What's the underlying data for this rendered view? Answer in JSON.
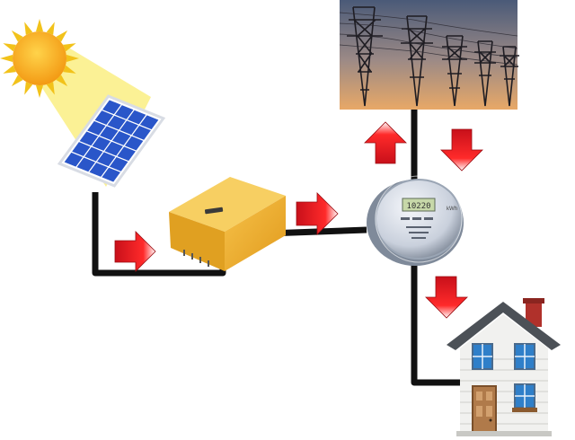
{
  "diagram": {
    "nodes": [
      {
        "id": "sun",
        "icon": "sun-icon"
      },
      {
        "id": "solar-panel",
        "icon": "solar-panel-icon"
      },
      {
        "id": "inverter",
        "icon": "inverter-icon"
      },
      {
        "id": "electric-meter",
        "icon": "electric-meter-icon"
      },
      {
        "id": "power-grid",
        "icon": "transmission-towers-icon"
      },
      {
        "id": "house",
        "icon": "house-icon"
      }
    ],
    "flows": [
      {
        "from": "solar-panel",
        "to": "inverter",
        "icon": "arrow-right-icon"
      },
      {
        "from": "inverter",
        "to": "electric-meter",
        "icon": "arrow-right-icon"
      },
      {
        "from": "electric-meter",
        "to": "power-grid",
        "icon": "arrow-up-icon"
      },
      {
        "from": "power-grid",
        "to": "electric-meter",
        "icon": "arrow-down-icon"
      },
      {
        "from": "electric-meter",
        "to": "house",
        "icon": "arrow-down-icon"
      }
    ],
    "colors": {
      "sun": "#f7a21a",
      "sun_rays": "#f2c21a",
      "light_beam": "#fbf08a",
      "panel": "#2a56c9",
      "inverter": "#f0b02c",
      "cable": "#111111",
      "arrow": "#e8121a",
      "sky_top": "#4a5a78",
      "sky_bottom": "#e8a867",
      "house_roof": "#4c5157",
      "house_door": "#b07a4a",
      "chimney": "#b0312b"
    },
    "meter_text": [
      "10220",
      "kWh"
    ]
  }
}
